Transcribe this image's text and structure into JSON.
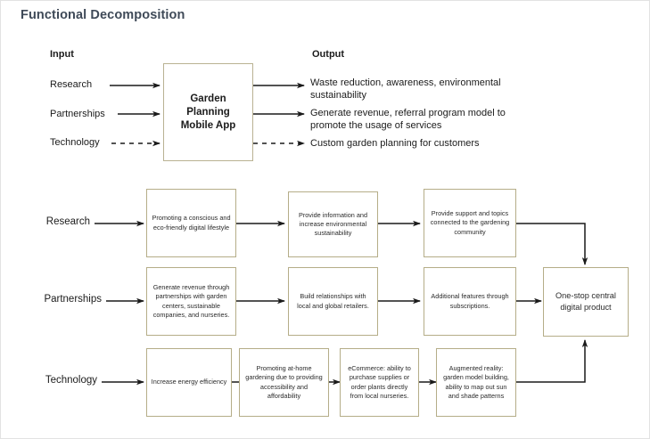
{
  "page": {
    "title": "Functional Decomposition"
  },
  "ipo": {
    "input_heading": "Input",
    "output_heading": "Output",
    "hub_label": "Garden Planning Mobile App",
    "inputs": [
      {
        "label": "Research",
        "arrow": "solid"
      },
      {
        "label": "Partnerships",
        "arrow": "solid"
      },
      {
        "label": "Technology",
        "arrow": "dashed"
      }
    ],
    "outputs": [
      {
        "label": "Waste reduction, awareness, environmental sustainability",
        "arrow": "solid"
      },
      {
        "label": "Generate revenue, referral program model to promote the usage of services",
        "arrow": "solid"
      },
      {
        "label": "Custom garden planning for customers",
        "arrow": "dashed"
      }
    ]
  },
  "flow": {
    "final_node": "One-stop central digital product",
    "rows": [
      {
        "label": "Research",
        "nodes": [
          "Promoting a conscious and eco-friendly digital lifestyle",
          "Provide information and increase environmental sustainability",
          "Provide support and topics connected to the gardening community"
        ]
      },
      {
        "label": "Partnerships",
        "nodes": [
          "Generate revenue through partnerships with garden centers, sustainable companies, and nurseries.",
          "Build relationships with local and global retailers.",
          "Additional features through subscriptions."
        ]
      },
      {
        "label": "Technology",
        "nodes": [
          "Increase energy efficiency",
          "Promoting at-home gardening due to providing accessibility and affordability",
          "eCommerce: ability to purchase supplies or order plants directly from local nurseries.",
          "Augmented reality: garden model building, ability to map out sun and shade patterns"
        ]
      }
    ]
  },
  "colors": {
    "title": "#3f4a58",
    "node_border": "#b5ad88",
    "hub_border": "#b9b292",
    "connector": "#1a1a1a",
    "text": "#1b1b1b"
  }
}
